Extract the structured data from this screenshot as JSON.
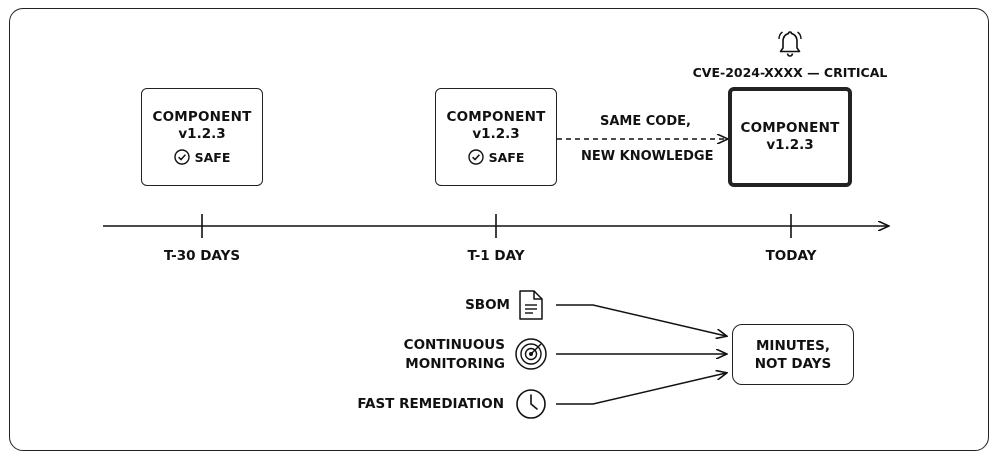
{
  "timeline": {
    "ticks": [
      {
        "label": "T-30 DAYS"
      },
      {
        "label": "T-1 DAY"
      },
      {
        "label": "TODAY"
      }
    ]
  },
  "components": [
    {
      "title": "COMPONENT",
      "version": "v1.2.3",
      "status": "SAFE"
    },
    {
      "title": "COMPONENT",
      "version": "v1.2.3",
      "status": "SAFE"
    },
    {
      "title": "COMPONENT",
      "version": "v1.2.3"
    }
  ],
  "transition": {
    "line1": "SAME CODE,",
    "line2": "NEW KNOWLEDGE"
  },
  "alert": {
    "label": "CVE-2024-XXXX — CRITICAL",
    "icon": "bell-icon"
  },
  "inputs": [
    {
      "label_lines": [
        "SBOM"
      ],
      "icon": "document-icon"
    },
    {
      "label_lines": [
        "CONTINUOUS",
        "MONITORING"
      ],
      "icon": "radar-icon"
    },
    {
      "label_lines": [
        "FAST REMEDIATION"
      ],
      "icon": "clock-icon"
    }
  ],
  "outcome": {
    "line1": "MINUTES,",
    "line2": "NOT DAYS"
  }
}
